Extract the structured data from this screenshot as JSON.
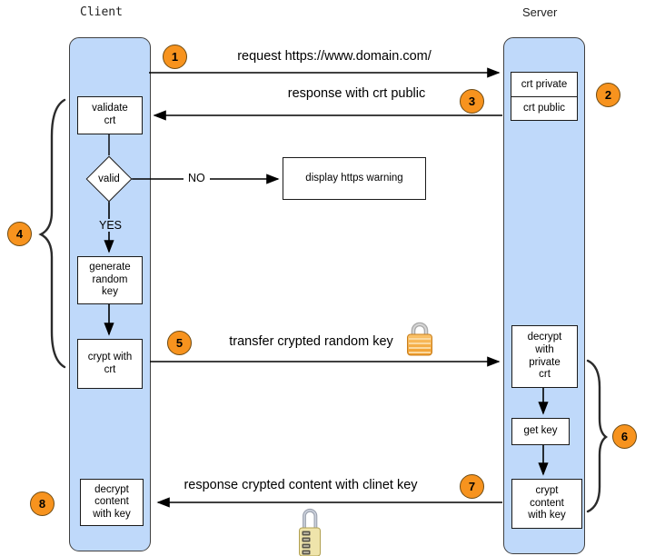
{
  "colors": {
    "lane_fill": "#bfd9fa",
    "lane_border": "#404040",
    "box_fill": "#ffffff",
    "box_border": "#1a1a1a",
    "circle_fill": "#f7931e",
    "circle_border": "#6e4b14",
    "arrow": "#000000",
    "canvas_bg": "#ffffff"
  },
  "lanes": {
    "client": {
      "title": "Client"
    },
    "server": {
      "title": "Server"
    }
  },
  "steps": {
    "s1": "1",
    "s2": "2",
    "s3": "3",
    "s4": "4",
    "s5": "5",
    "s6": "6",
    "s7": "7",
    "s8": "8"
  },
  "boxes": {
    "validate_crt": "validate\ncrt",
    "valid_diamond": "valid",
    "display_https_warning": "display https warning",
    "generate_random_key": "generate\nrandom\nkey",
    "crypt_with_crt": "crypt with\ncrt",
    "decrypt_content_with_key": "decrypt\ncontent\nwith key",
    "crt_private": "crt private",
    "crt_public": "crt public",
    "decrypt_with_private_crt": "decrypt\nwith\nprivate\ncrt",
    "get_key": "get key",
    "crypt_content_with_key": "crypt\ncontent\nwith key"
  },
  "arrow_labels": {
    "request": "request https://www.domain.com/",
    "response": "response with crt public",
    "no": "NO",
    "yes": "YES",
    "transfer": "transfer crypted random key",
    "response_crypted": "response crypted content with clinet key"
  },
  "icons": {
    "closed_padlock": "padlock-closed-icon",
    "combination_padlock": "combination-padlock-icon"
  }
}
